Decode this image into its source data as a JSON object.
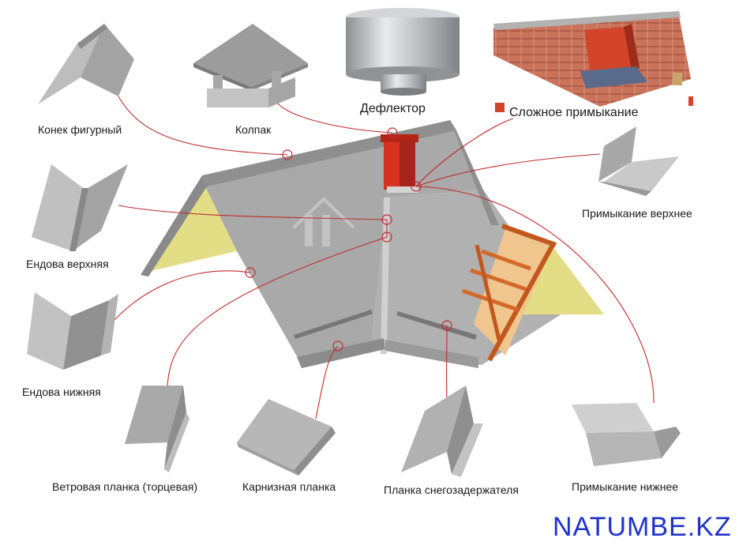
{
  "labels": {
    "konek": "Конек фигурный",
    "kolpak": "Колпак",
    "deflector": "Дефлектор",
    "slozhnoe": "Сложное примыкание",
    "primykanie_verh": "Примыкание верхнее",
    "endova_verh": "Ендова верхняя",
    "endova_niz": "Ендова нижняя",
    "vetrovaya": "Ветровая планка (торцевая)",
    "karniznaya": "Карнизная планка",
    "snegozad": "Планка снегозадержателя",
    "primykanie_niz": "Примыкание нижнее"
  },
  "watermark": "NATUMBE.KZ",
  "colors": {
    "roof": "#a9a9a9",
    "metal": "#bdbdbd",
    "gable": "#e3dd86",
    "chimney": "#d8311f",
    "callout": "#c22a2a",
    "watermark": "#1f33c8"
  }
}
